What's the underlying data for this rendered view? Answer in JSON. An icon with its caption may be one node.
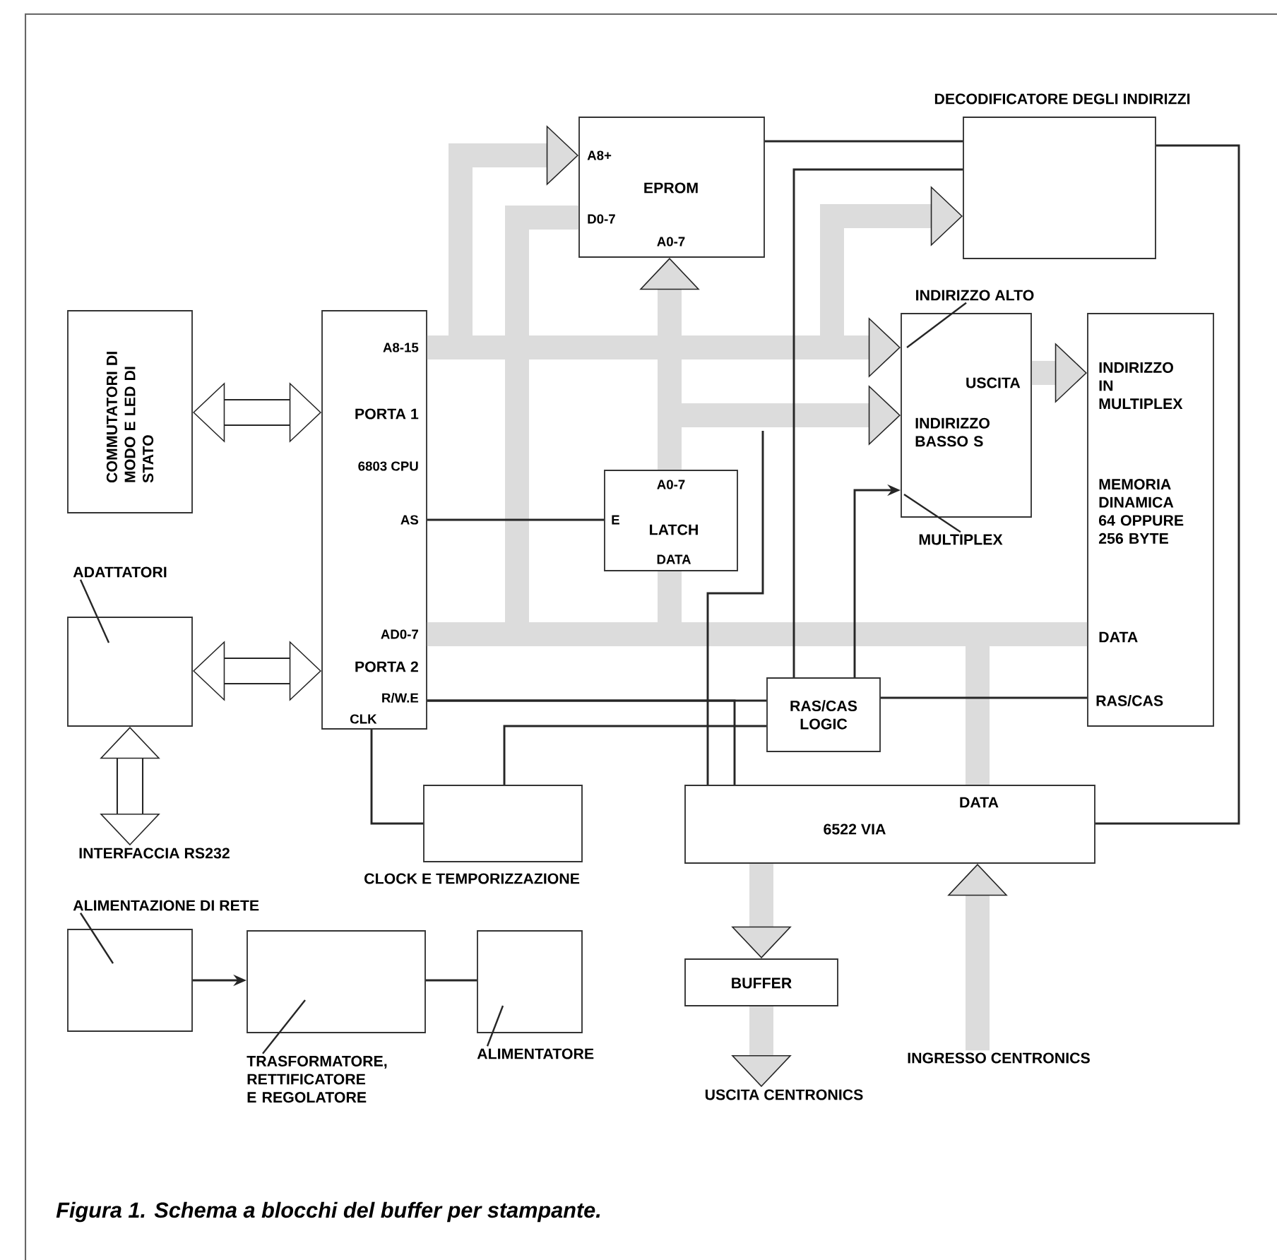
{
  "diagram": {
    "caption": "Figura 1. Schema a blocchi del buffer per stampante.",
    "nodes": [
      {
        "text": [
          "COMMUTATORI DI MODO E LED DI STATO"
        ]
      },
      {
        "text": [
          "A8-15",
          "PORTA 1",
          "6803 CPU",
          "AS",
          "AD0-7",
          "PORTA 2",
          "R/W.E",
          "CLK"
        ]
      },
      {
        "text": [
          "A8+",
          "EPROM",
          "D0-7",
          "A0-7"
        ]
      },
      {
        "text": [
          "DECODIFICATORE DEGLI INDIRIZZI"
        ]
      },
      {
        "text": [
          "ADATTATORI"
        ]
      },
      {
        "text": [
          "A0-7",
          "E",
          "LATCH",
          "DATA"
        ]
      },
      {
        "text": [
          "INDIRIZZO ALTO",
          "USCITA",
          "INDIRIZZO BASSO S",
          "MULTIPLEX"
        ]
      },
      {
        "text": [
          "INDIRIZZO IN MULTIPLEX",
          "MEMORIA DINAMICA 64 OPPURE 256 BYTE",
          "DATA",
          "RAS/CAS"
        ]
      },
      {
        "text": [
          "RAS/CAS LOGIC"
        ]
      },
      {
        "text": [
          "CLOCK E TEMPORIZZAZIONE"
        ]
      },
      {
        "text": [
          "DATA",
          "6522 VIA"
        ]
      },
      {
        "text": [
          "BUFFER"
        ]
      },
      {
        "text": [
          "ALIMENTAZIONE DI RETE"
        ]
      },
      {
        "text": [
          "TRASFORMATORE, RETTIFICATORE E REGOLATORE"
        ]
      },
      {
        "text": [
          "ALIMENTATORE"
        ]
      },
      {
        "text": [
          "INTERFACCIA RS232"
        ]
      },
      {
        "text": [
          "USCITA CENTRONICS"
        ]
      },
      {
        "text": [
          "INGRESSO CENTRONICS"
        ]
      }
    ],
    "edges": [
      {
        "from": 0,
        "to": 1,
        "arrow": "both",
        "style": "thick"
      },
      {
        "from": 4,
        "to": 1,
        "arrow": "both",
        "style": "thick"
      },
      {
        "from": 4,
        "to": 15,
        "arrow": "both",
        "style": "thick"
      },
      {
        "from": 1,
        "to": 2,
        "arrow": "to",
        "style": "thick",
        "color": "#dcdcdc"
      },
      {
        "from": 1,
        "to": 3,
        "arrow": "to",
        "style": "thick",
        "color": "#dcdcdc"
      },
      {
        "from": 1,
        "to": 6,
        "arrow": "to",
        "style": "thick",
        "color": "#dcdcdc"
      },
      {
        "from": 2,
        "to": 1,
        "arrow": "none",
        "style": "thick",
        "color": "#dcdcdc"
      },
      {
        "from": 5,
        "to": 2,
        "arrow": "to",
        "style": "thick",
        "color": "#dcdcdc"
      },
      {
        "from": 5,
        "to": 6,
        "arrow": "to",
        "style": "thick",
        "color": "#dcdcdc"
      },
      {
        "from": 5,
        "to": 1,
        "arrow": "none",
        "style": "thick",
        "color": "#dcdcdc"
      },
      {
        "from": 1,
        "to": 7,
        "arrow": "none",
        "style": "thick",
        "color": "#dcdcdc"
      },
      {
        "from": 10,
        "to": 1,
        "arrow": "none",
        "style": "thick",
        "color": "#dcdcdc"
      },
      {
        "from": 6,
        "to": 7,
        "arrow": "to",
        "style": "thick",
        "color": "#dcdcdc"
      },
      {
        "from": 10,
        "to": 11,
        "arrow": "to",
        "style": "thick",
        "color": "#dcdcdc"
      },
      {
        "from": 11,
        "to": 16,
        "arrow": "to",
        "style": "thick",
        "color": "#dcdcdc"
      },
      {
        "from": 17,
        "to": 10,
        "arrow": "to",
        "style": "thick",
        "color": "#dcdcdc"
      },
      {
        "from": 1,
        "to": 5,
        "arrow": "none"
      },
      {
        "from": 1,
        "to": 8,
        "arrow": "none"
      },
      {
        "from": 1,
        "to": 10,
        "arrow": "none"
      },
      {
        "from": 1,
        "to": 9,
        "arrow": "none"
      },
      {
        "from": 9,
        "to": 8,
        "arrow": "none"
      },
      {
        "from": 2,
        "to": 3,
        "arrow": "none"
      },
      {
        "from": 3,
        "to": 10,
        "arrow": "none"
      },
      {
        "from": 3,
        "to": 8,
        "arrow": "none"
      },
      {
        "from": 8,
        "to": 7,
        "arrow": "none"
      },
      {
        "from": 8,
        "to": 6,
        "arrow": "to"
      },
      {
        "from": 10,
        "to": null,
        "arrow": "none"
      },
      {
        "from": 12,
        "to": 13,
        "arrow": "to"
      },
      {
        "from": 13,
        "to": 14,
        "arrow": "none"
      },
      {
        "from": 4,
        "to": null,
        "arrow": "none"
      },
      {
        "from": 12,
        "to": null,
        "arrow": "none"
      },
      {
        "from": 13,
        "to": null,
        "arrow": "none"
      },
      {
        "from": 14,
        "to": null,
        "arrow": "none"
      },
      {
        "from": 6,
        "to": null,
        "arrow": "none"
      },
      {
        "from": 6,
        "to": null,
        "arrow": "none"
      }
    ]
  }
}
